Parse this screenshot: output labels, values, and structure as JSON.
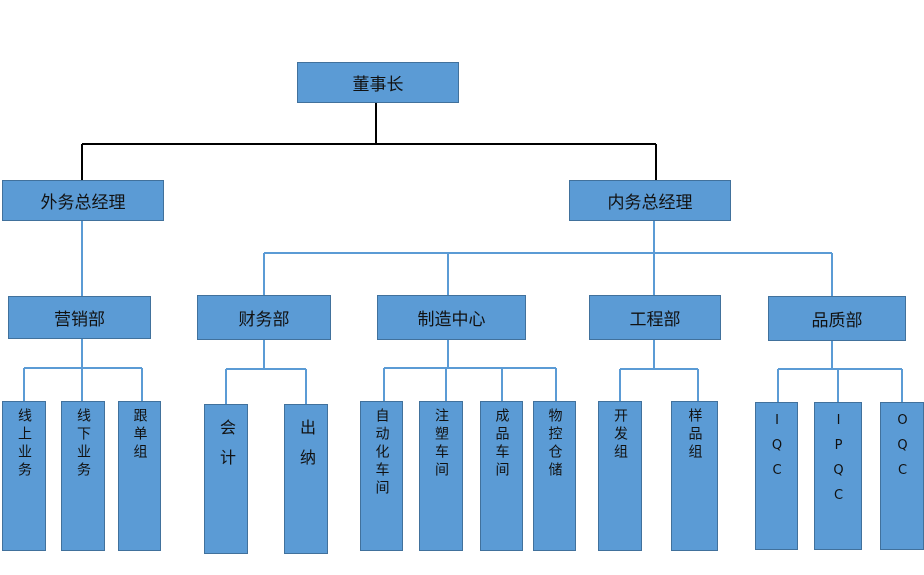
{
  "root": {
    "label": "董事长"
  },
  "managers": {
    "external": {
      "label": "外务总经理"
    },
    "internal": {
      "label": "内务总经理"
    }
  },
  "departments": {
    "sales": {
      "label": "营销部",
      "teams": [
        "线上业务",
        "线下业务",
        "跟单组"
      ]
    },
    "finance": {
      "label": "财务部",
      "teams": [
        "会计",
        "出纳"
      ]
    },
    "manufacturing": {
      "label": "制造中心",
      "teams": [
        "自动化车间",
        "注塑车间",
        "成品车间",
        "物控仓储"
      ]
    },
    "engineering": {
      "label": "工程部",
      "teams": [
        "开发组",
        "样品组"
      ]
    },
    "quality": {
      "label": "品质部",
      "teams": [
        "IQC",
        "IPQC",
        "OQC"
      ]
    }
  },
  "colors": {
    "box_fill": "#5b9bd5",
    "box_border": "#41719c",
    "line": "#5b9bd5",
    "top_line": "#000000"
  }
}
